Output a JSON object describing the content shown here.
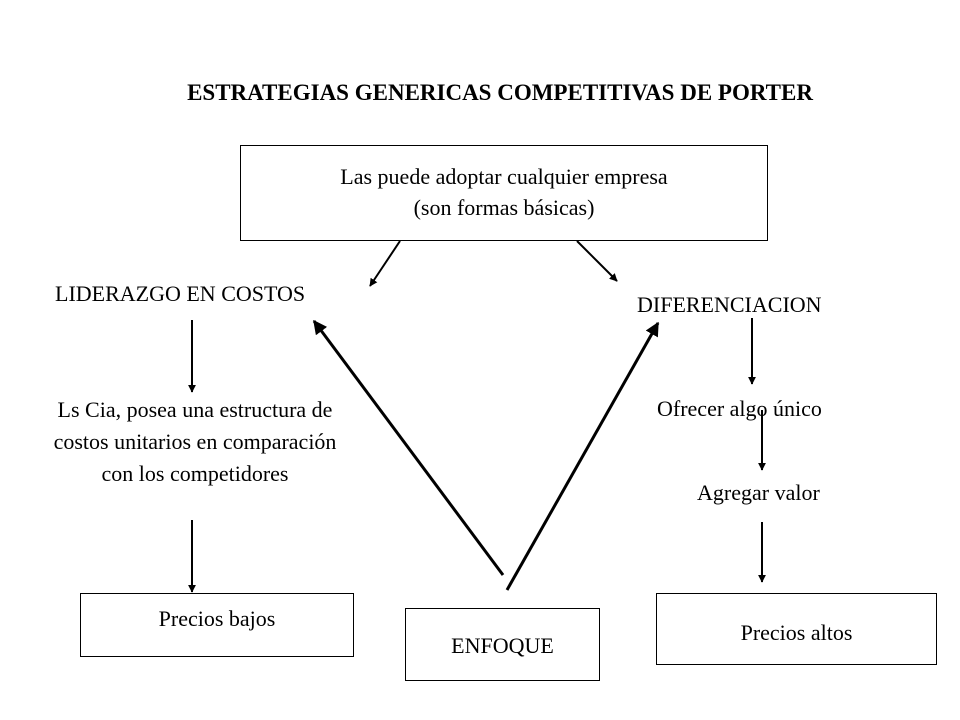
{
  "title": "ESTRATEGIAS GENERICAS COMPETITIVAS DE PORTER",
  "top_box": {
    "line1": "Las puede adoptar cualquier empresa",
    "line2": "(son formas básicas)"
  },
  "left_branch": {
    "heading": "LIDERAZGO EN COSTOS",
    "description": "Ls Cia, posea una estructura de costos unitarios en comparación con los competidores",
    "result": "Precios bajos"
  },
  "right_branch": {
    "heading": "DIFERENCIACION",
    "step1": "Ofrecer algo único",
    "step2": "Agregar valor",
    "result": "Precios altos"
  },
  "bottom_center": {
    "label": "ENFOQUE"
  }
}
